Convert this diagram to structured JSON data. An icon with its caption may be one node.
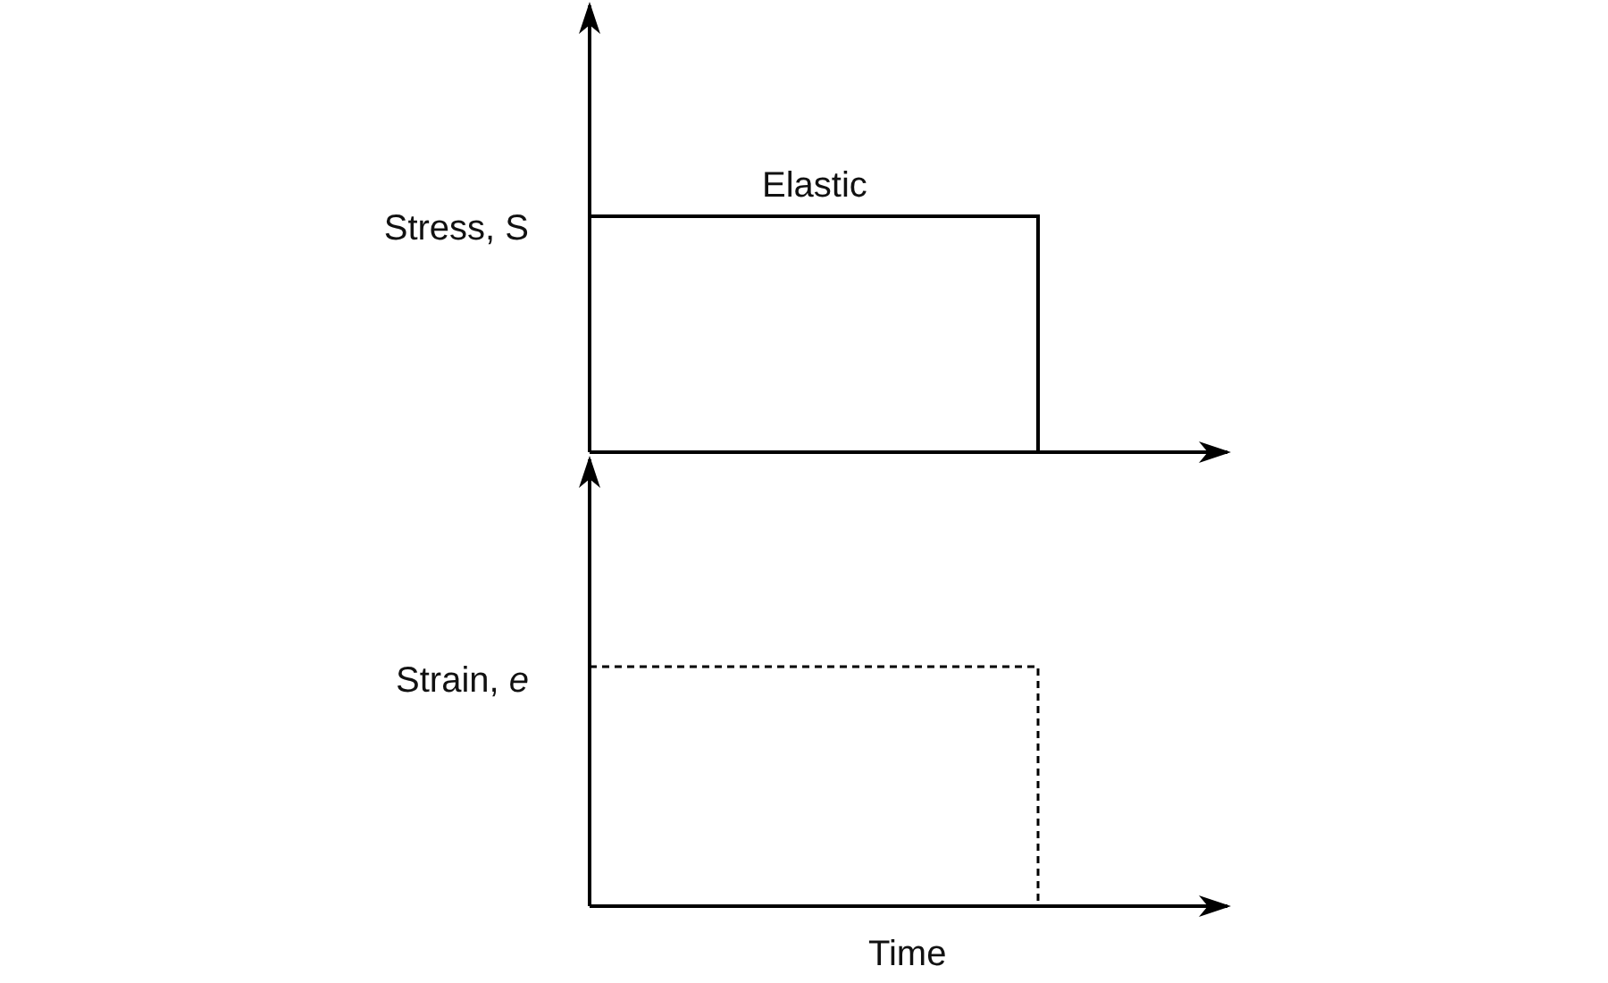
{
  "diagram": {
    "labels": [
      "Elastic",
      "Stress, S",
      "Strain, *e*",
      "Time"
    ]
  }
}
